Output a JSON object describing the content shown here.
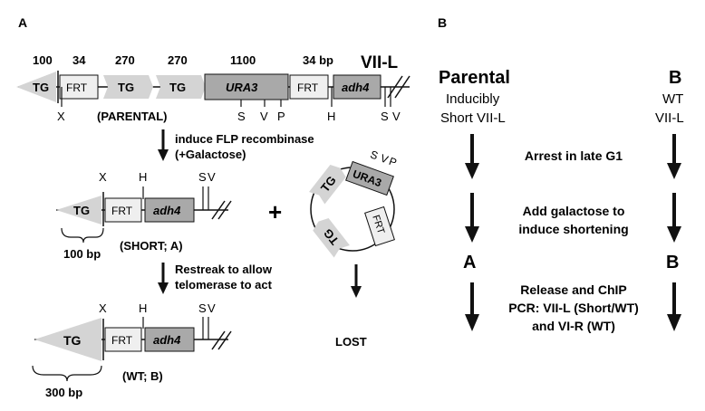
{
  "colors": {
    "tg_fill": "#d4d4d4",
    "frt_fill": "#efefef",
    "gene_fill": "#a9a9a9",
    "line": "#111111"
  },
  "panelA": {
    "label": "A",
    "top_lengths": [
      "100",
      "34",
      "270",
      "270",
      "1100",
      "34 bp"
    ],
    "chromosome": "VII-L",
    "tg": "TG",
    "frt": "FRT",
    "ura3": "URA3",
    "adh4": "adh4",
    "sites_parental": [
      "X",
      "S",
      "V",
      "P",
      "H",
      "S",
      "V"
    ],
    "parental_label": "(PARENTAL)",
    "step1_line1": "induce FLP recombinase",
    "step1_line2": "(+Galactose)",
    "sites_short": [
      "X",
      "H",
      "S",
      "V"
    ],
    "short_len": "100 bp",
    "short_label": "(SHORT; A)",
    "plus": "+",
    "circle_sites": [
      "S",
      "V",
      "P"
    ],
    "step2_line1": "Restreak to allow",
    "step2_line2": "telomerase to act",
    "sites_wt": [
      "X",
      "H",
      "S",
      "V"
    ],
    "wt_len": "300 bp",
    "wt_label": "(WT; B)",
    "lost": "LOST"
  },
  "panelB": {
    "label": "B",
    "left_title": "Parental",
    "left_sub1": "Inducibly",
    "left_sub2": "Short VII-L",
    "right_title": "B",
    "right_sub1": "WT",
    "right_sub2": "VII-L",
    "step1": "Arrest in late G1",
    "step2_line1": "Add galactose to",
    "step2_line2": "induce shortening",
    "mid_left": "A",
    "mid_right": "B",
    "step3_line1": "Release and ChIP",
    "step3_line2": "PCR: VII-L (Short/WT)",
    "step3_line3": "and VI-R (WT)"
  }
}
